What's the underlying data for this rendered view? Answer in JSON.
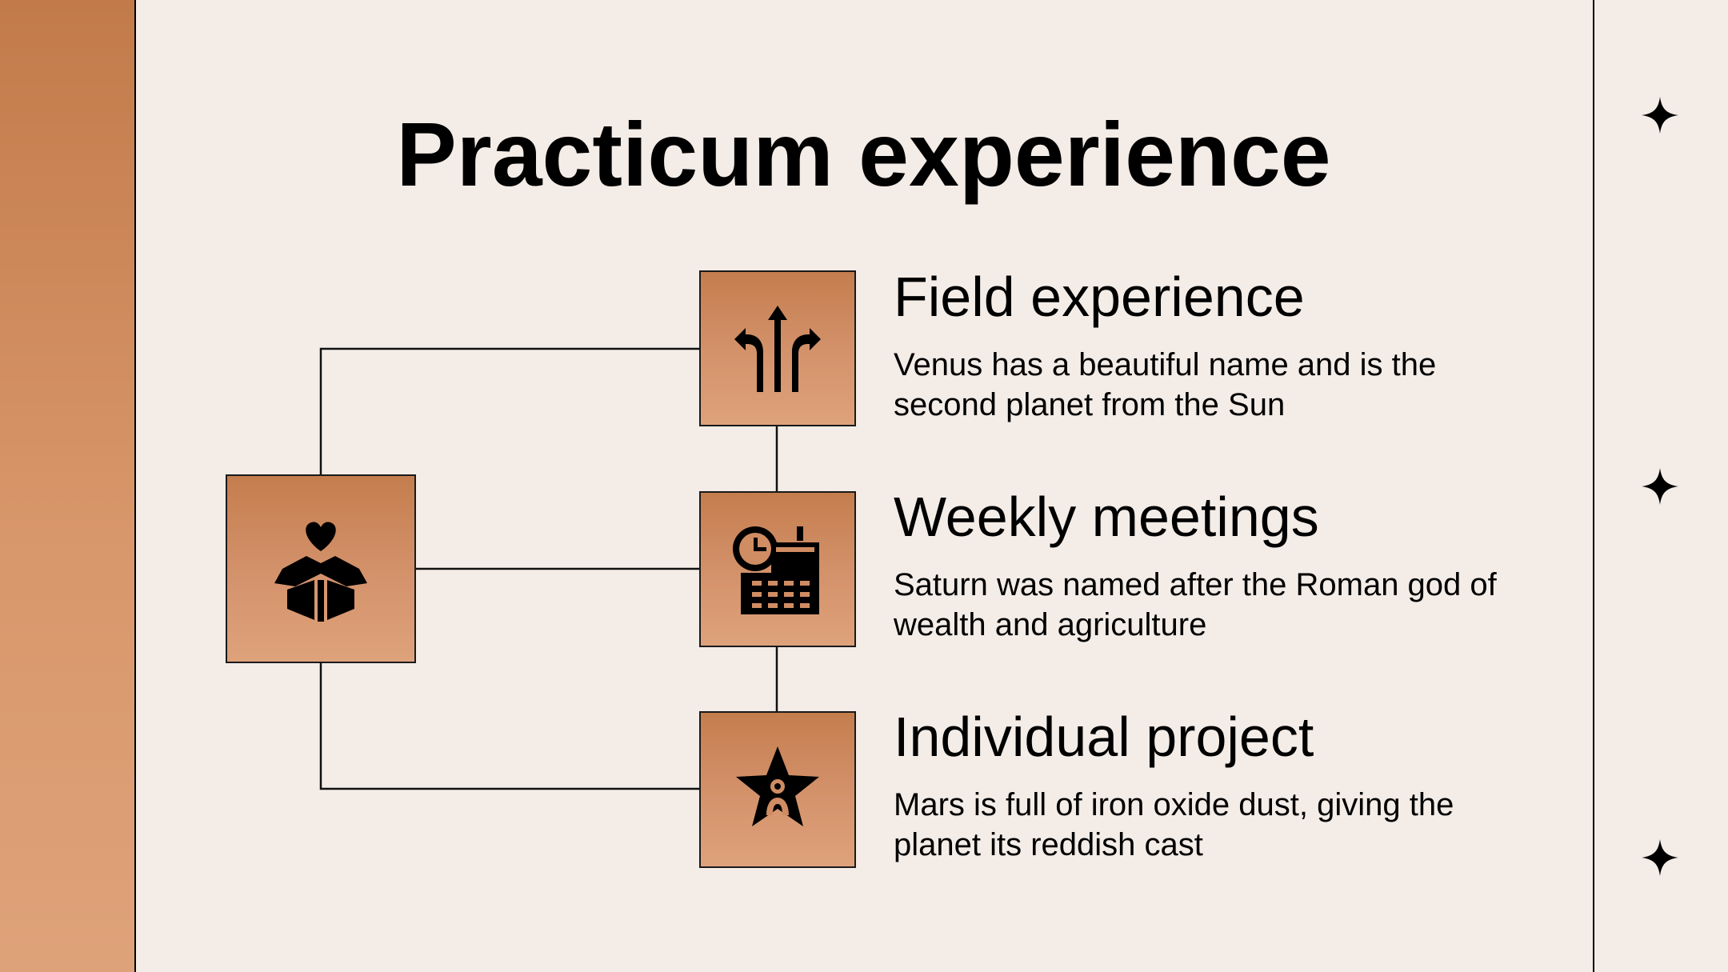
{
  "title": "Practicum experience",
  "items": [
    {
      "title": "Field experience",
      "description": "Venus has a beautiful name and is the second planet from the Sun",
      "icon": "split-arrows-icon"
    },
    {
      "title": "Weekly meetings",
      "description": "Saturn was named after the Roman god of wealth and agriculture",
      "icon": "calendar-clock-icon"
    },
    {
      "title": "Individual project",
      "description": "Mars is full of iron oxide dust, giving the planet its reddish cast",
      "icon": "star-person-icon"
    }
  ],
  "hub": {
    "icon": "box-heart-icon"
  },
  "decorations": [
    "sparkle-icon",
    "sparkle-icon",
    "sparkle-icon"
  ],
  "colors": {
    "background": "#f3ece7",
    "accent_dark": "#c27a4a",
    "accent_light": "#dea27a"
  }
}
